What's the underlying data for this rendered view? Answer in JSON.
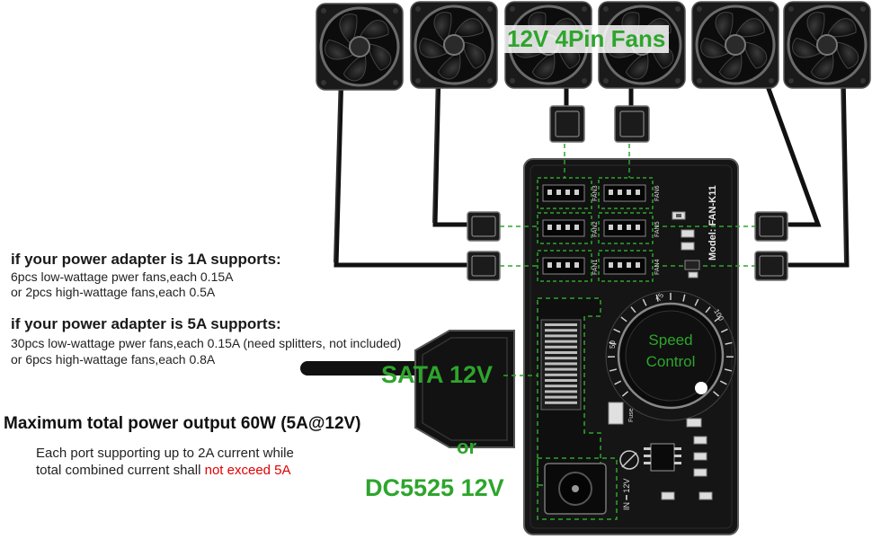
{
  "labels": {
    "fans_title": "12V 4Pin Fans",
    "sata": "SATA 12V",
    "or": "or",
    "dc": "DC5525 12V",
    "speed": "Speed",
    "control": "Control",
    "model": "Model: FAN-K11",
    "dc_pin": "IN ━ 12V",
    "fuse": "Fuse"
  },
  "ports": [
    "FAN1",
    "FAN2",
    "FAN3",
    "FAN4",
    "FAN5",
    "FAN6"
  ],
  "dial_ticks": [
    "50",
    "75",
    "100"
  ],
  "adapter_1a": {
    "heading": "if your power adapter is 1A supports:",
    "line1": "6pcs low-wattage pwer fans,each 0.15A",
    "line2": "or 2pcs high-wattage fans,each 0.5A"
  },
  "adapter_5a": {
    "heading": "if your power adapter is 5A supports:",
    "line1": "30pcs low-wattage pwer fans,each 0.15A (need splitters, not included)",
    "line2": "or 6pcs high-wattage fans,each 0.8A"
  },
  "max_power": "Maximum total power output 60W (5A@12V)",
  "port_note": {
    "line1": "Each port supporting up to 2A current while",
    "line2_prefix": "total combined current shall ",
    "line2_warn": "not exceed 5A"
  },
  "colors": {
    "accent_green": "#2ea52c",
    "warning_red": "#e00000",
    "board": "#151515"
  }
}
